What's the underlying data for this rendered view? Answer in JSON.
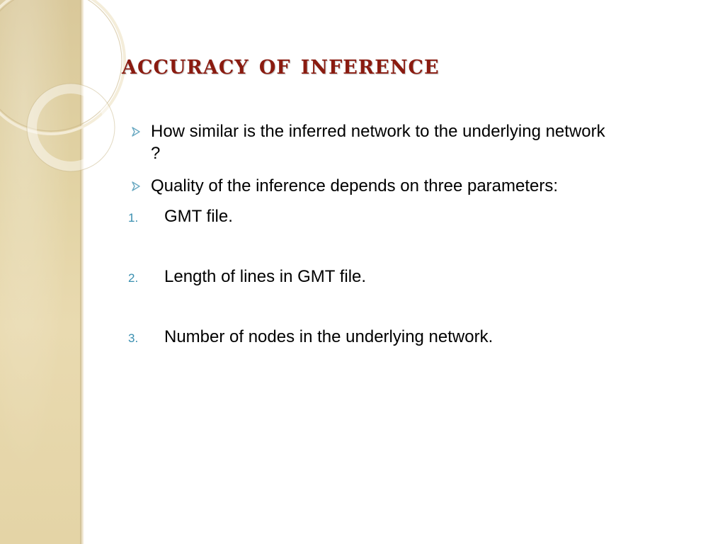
{
  "slide": {
    "title": "Accuracy of inference",
    "bullets": [
      {
        "text_line1": "How similar is the inferred network to the underlying network",
        "text_line2": "?"
      },
      {
        "text_line1": "Quality of the inference depends on three parameters:"
      }
    ],
    "numbered": [
      {
        "number": "1.",
        "text": "GMT file."
      },
      {
        "number": "2.",
        "text": "Length of lines in GMT file."
      },
      {
        "number": "3.",
        "text": "Number of nodes in the underlying network."
      }
    ]
  },
  "colors": {
    "title": "#8a1b10",
    "bullet_arrow": "#6aa9c2",
    "number": "#3a8fb0",
    "band": "#e2d3a4"
  },
  "icons": {
    "bullet": "arrowhead-bullet-icon",
    "decoration": "ring-decoration-icon"
  }
}
